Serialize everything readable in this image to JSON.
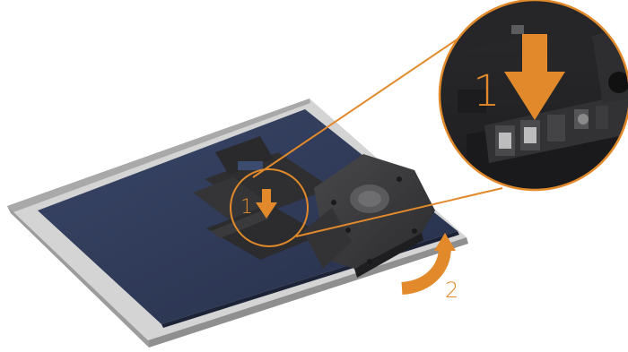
{
  "diagram": {
    "steps": [
      {
        "number": "1",
        "action": "press-release-button"
      },
      {
        "number": "2",
        "action": "lift-stand"
      }
    ],
    "callout_number": "1"
  },
  "colors": {
    "accent_orange": "#E28A2B",
    "panel_navy": "#2E3A57",
    "stand_dark": "#3B3B3D",
    "base_gray": "#C8C8C8",
    "base_edge": "#8F8F8F",
    "background": "#FFFFFF"
  },
  "icons": [
    "down-arrow-icon",
    "curved-arrow-icon"
  ]
}
